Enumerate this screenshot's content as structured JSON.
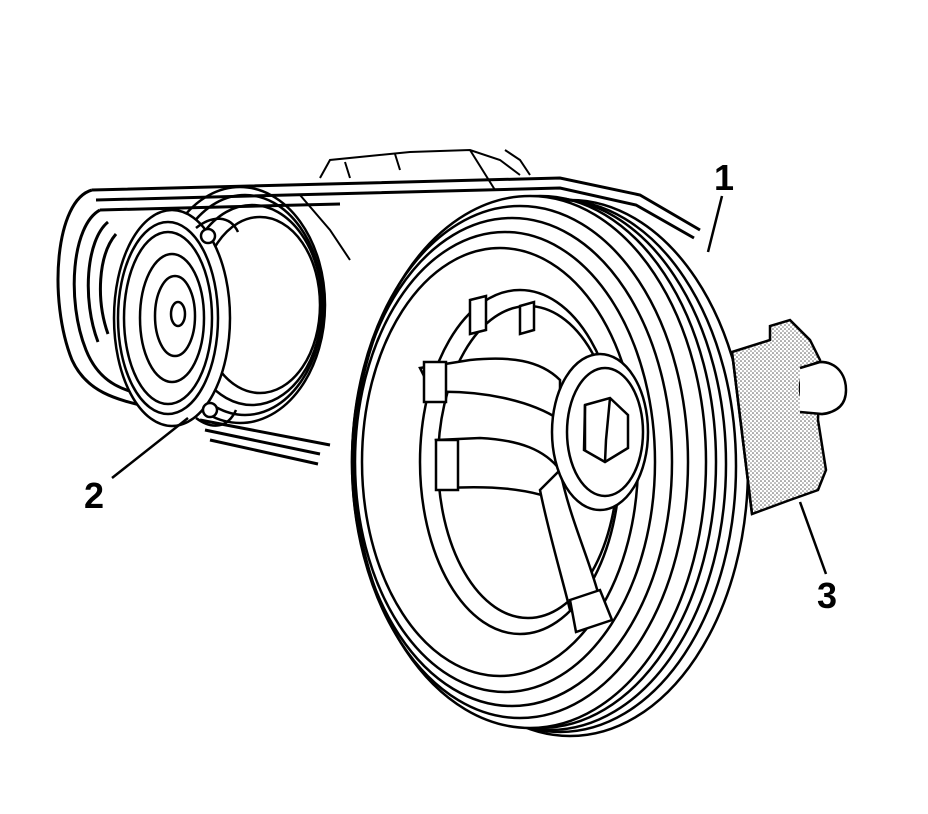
{
  "callouts": [
    {
      "number": "1"
    },
    {
      "number": "2"
    },
    {
      "number": "3"
    }
  ],
  "colors": {
    "line": "#000000",
    "background": "#ffffff",
    "stipple": "#c8c8c8"
  }
}
